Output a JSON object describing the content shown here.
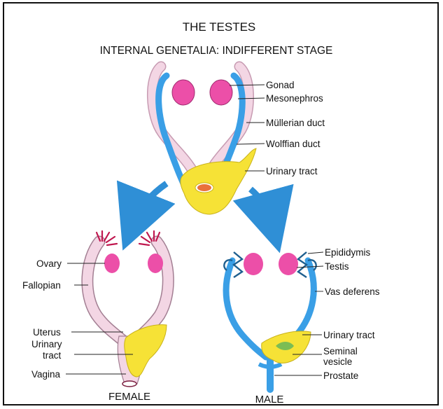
{
  "title": "THE TESTES",
  "subtitle": "INTERNAL GENETALIA: INDIFFERENT STAGE",
  "indifferent_labels": {
    "gonad": "Gonad",
    "mesonephros": "Mesonephros",
    "mullerian": "Müllerian duct",
    "wolffian": "Wolffian duct",
    "urinary": "Urinary tract"
  },
  "female": {
    "caption": "FEMALE",
    "ovary": "Ovary",
    "fallopian": "Fallopian",
    "uterus": "Uterus",
    "urinary_1": "Urinary",
    "urinary_2": "tract",
    "vagina": "Vagina"
  },
  "male": {
    "caption": "MALE",
    "epididymis": "Epididymis",
    "testis": "Testis",
    "vas": "Vas deferens",
    "urinary": "Urinary tract",
    "seminal_1": "Seminal",
    "seminal_2": "vesicle",
    "prostate": "Prostate"
  },
  "colors": {
    "pink_duct": "#f3d6e4",
    "blue_duct": "#3a9fe6",
    "gonad": "#ec4fa8",
    "yellow": "#f6e236",
    "arrow": "#2f8fd6"
  }
}
